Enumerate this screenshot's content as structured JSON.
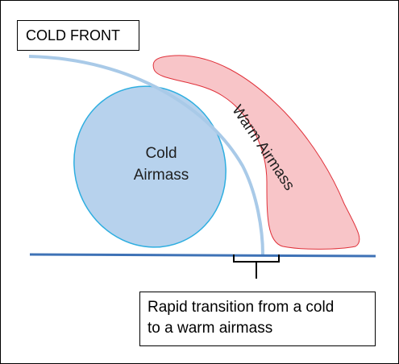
{
  "title": "COLD FRONT",
  "cold_airmass": {
    "line1": "Cold",
    "line2": "Airmass"
  },
  "warm_airmass": {
    "label": "Warm Airmass"
  },
  "caption": {
    "line1": "Rapid transition from a cold",
    "line2": "to a warm airmass"
  },
  "colors": {
    "cold_fill": "#b7d2ed",
    "cold_stroke": "#2eaee0",
    "warm_fill": "#f8c5c8",
    "warm_stroke": "#e0313a",
    "front_line": "#a9cae8",
    "ground_line": "#3e72b6"
  }
}
